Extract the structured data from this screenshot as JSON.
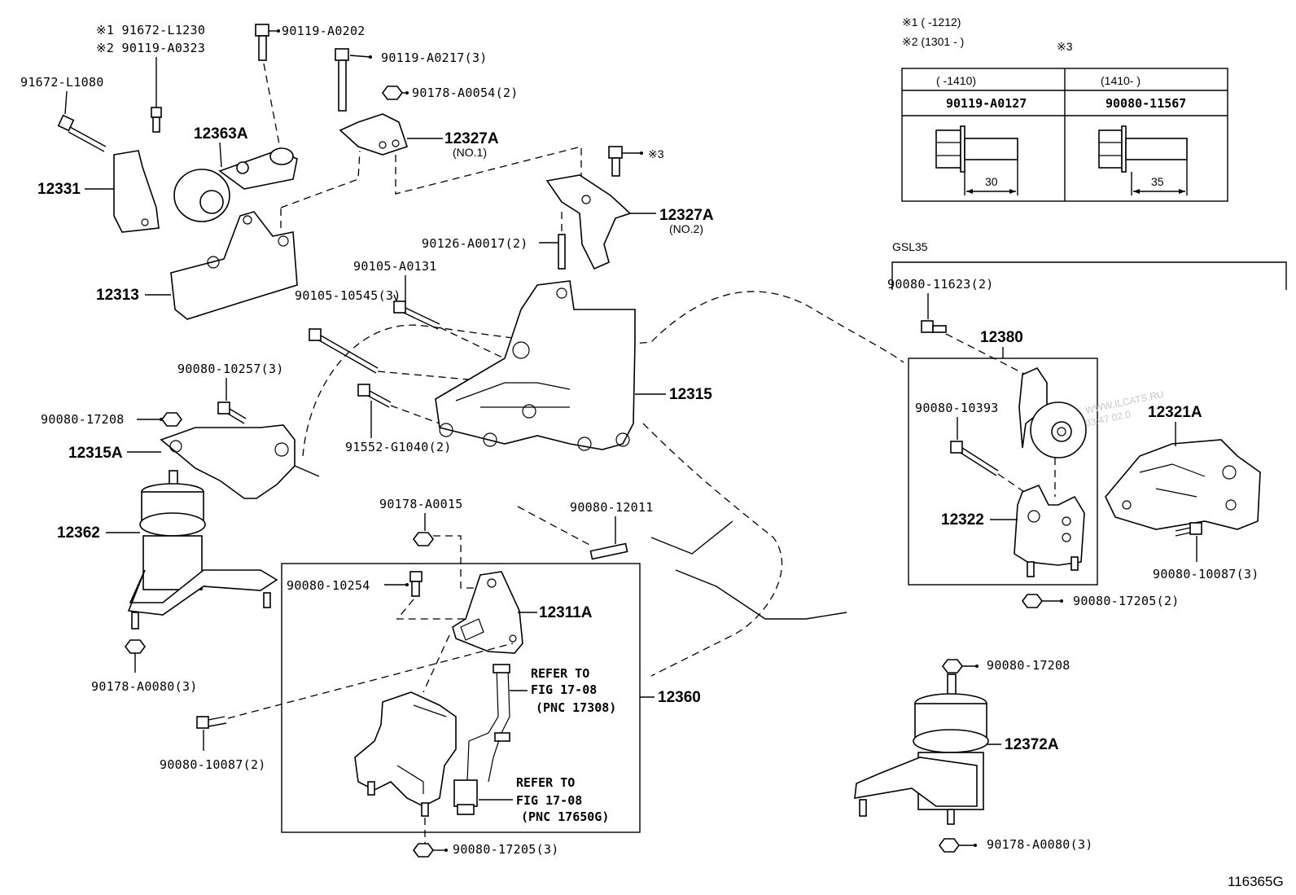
{
  "diagram": {
    "figure_number": "116365G",
    "watermark": [
      "WWW.ILCATS.RU",
      "03:47 02.0"
    ],
    "legend": {
      "note1": "※1 (      -1212)",
      "note2": "※2 (1301 -      )",
      "note3": "※3"
    },
    "table": {
      "col1_range": "(     -1410)",
      "col2_range": "(1410-      )",
      "col1_part": "90119-A0127",
      "col2_part": "90080-11567",
      "col1_length": "30",
      "col2_length": "35"
    },
    "variant_label": "GSL35",
    "main_parts": {
      "p12331": "12331",
      "p12363A": "12363A",
      "p12313": "12313",
      "p12327A_1": "12327A",
      "p12327A_1_note": "(NO.1)",
      "p12327A_2": "12327A",
      "p12327A_2_note": "(NO.2)",
      "p12315": "12315",
      "p12315A": "12315A",
      "p12362": "12362",
      "p12311A": "12311A",
      "p12360": "12360",
      "p12380": "12380",
      "p12321A": "12321A",
      "p12322": "12322",
      "p12372A": "12372A"
    },
    "hardware": {
      "h_91672_L1230": "※1 91672-L1230",
      "h_90119_A0323": "※2 90119-A0323",
      "h_91672_L1080": "91672-L1080",
      "h_90119_A0202": "90119-A0202",
      "h_90119_A0217": "90119-A0217(3)",
      "h_90178_A0054": "90178-A0054(2)",
      "h_note3_bolt": "※3",
      "h_90126_A0017": "90126-A0017(2)",
      "h_90105_A0131": "90105-A0131",
      "h_90105_10545": "90105-10545(3)",
      "h_90080_10257": "90080-10257(3)",
      "h_90080_17208_l": "90080-17208",
      "h_91552_G1040": "91552-G1040(2)",
      "h_90178_A0015": "90178-A0015",
      "h_90080_12011": "90080-12011",
      "h_90080_10254": "90080-10254",
      "h_90178_A0080_l": "90178-A0080(3)",
      "h_90080_10087_l": "90080-10087(2)",
      "h_90080_17205_c": "90080-17205(3)",
      "h_90080_11623": "90080-11623(2)",
      "h_90080_10393": "90080-10393",
      "h_90080_10087_r": "90080-10087(3)",
      "h_90080_17205_r": "90080-17205(2)",
      "h_90080_17208_r": "90080-17208",
      "h_90178_A0080_r": "90178-A0080(3)"
    },
    "refs": {
      "ref1_l1": "REFER TO",
      "ref1_l2": "FIG 17-08",
      "ref1_l3": "(PNC 17308)",
      "ref2_l1": "REFER TO",
      "ref2_l2": "FIG 17-08",
      "ref2_l3": "(PNC 17650G)"
    }
  }
}
